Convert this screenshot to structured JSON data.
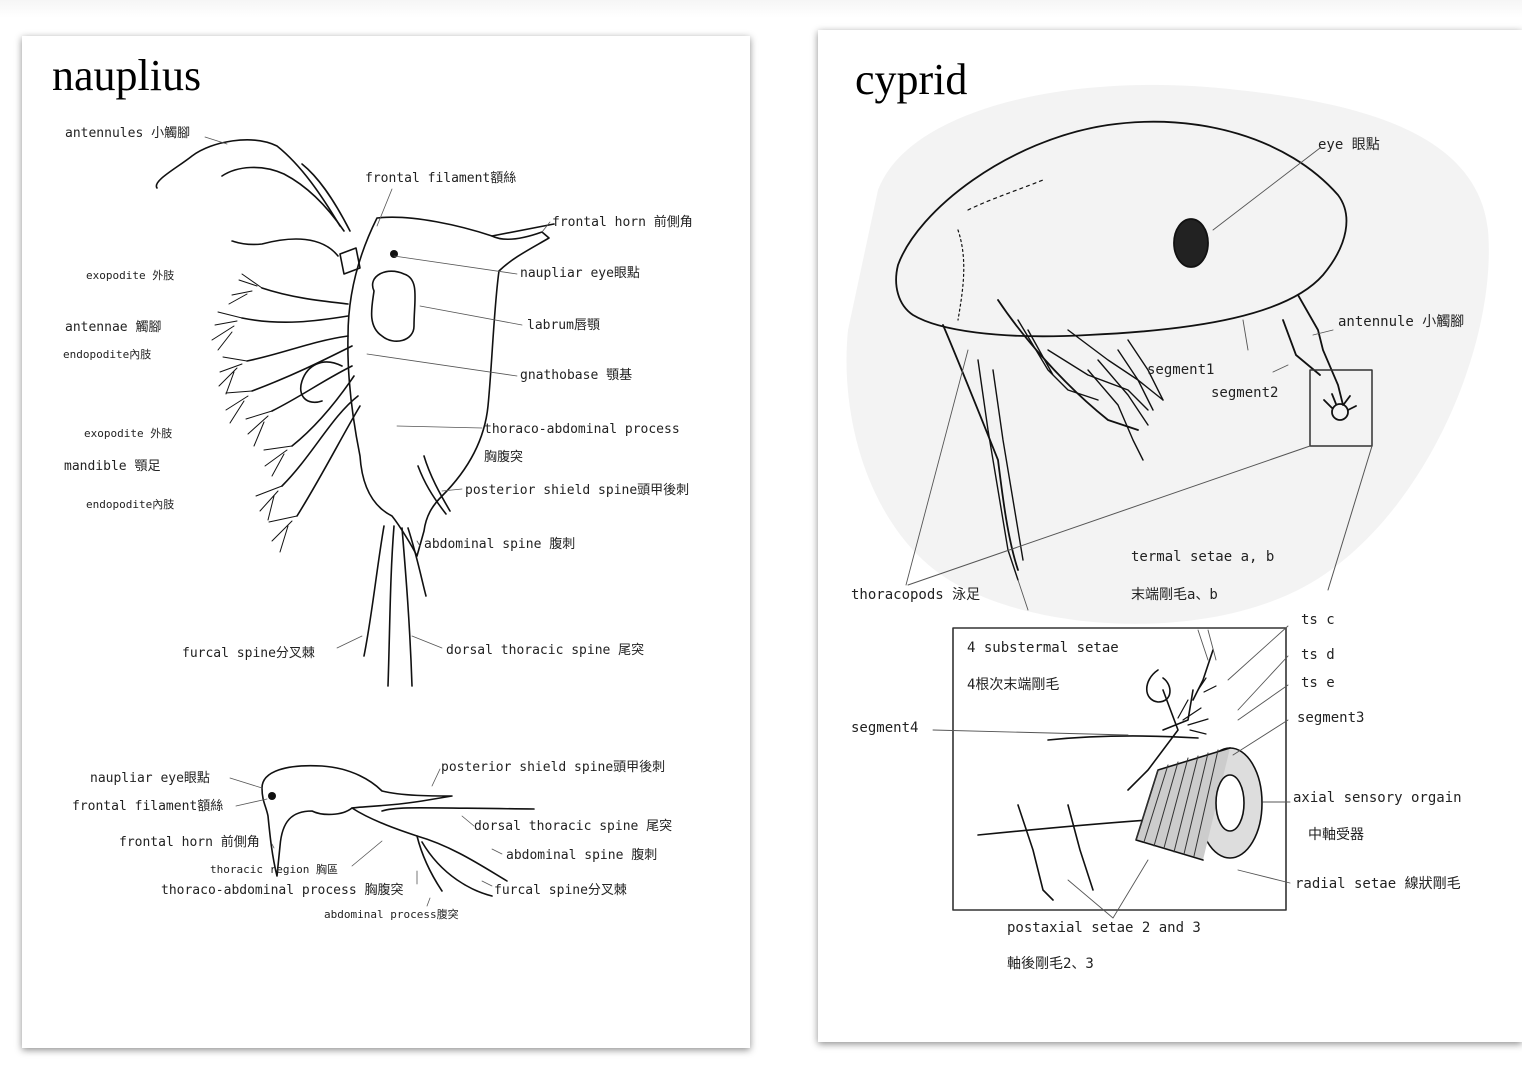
{
  "nauplius": {
    "title": "nauplius",
    "labels": {
      "antennules": "antennules 小觸腳",
      "frontal_filament": "frontal filament額絲",
      "frontal_horn": "frontal horn 前側角",
      "exopodite_1": "exopodite 外肢",
      "naupliar_eye": "naupliar eye眼點",
      "antennae": "antennae 觸腳",
      "labrum": "labrum唇顎",
      "endopodite_1": "endopodite內肢",
      "gnathobase": "gnathobase 顎基",
      "exopodite_2": "exopodite 外肢",
      "thoraco_abdominal": "thoraco-abdominal process",
      "thoraco_abdominal_cn": "胸腹突",
      "mandible": "mandible 顎足",
      "posterior_shield": "posterior shield spine頭甲後刺",
      "endopodite_2": "endopodite內肢",
      "abdominal_spine": "abdominal spine 腹刺",
      "furcal_spine": "furcal spine分叉棘",
      "dorsal_thoracic": "dorsal thoracic spine 尾突"
    },
    "side_labels": {
      "naupliar_eye": "naupliar eye眼點",
      "posterior_shield": "posterior shield spine頭甲後刺",
      "frontal_filament": "frontal filament額絲",
      "dorsal_thoracic": "dorsal thoracic spine 尾突",
      "frontal_horn": "frontal horn 前側角",
      "abdominal_spine": "abdominal spine 腹刺",
      "thoracic_region": "thoracic region 胸區",
      "thoraco_abdominal": "thoraco-abdominal process 胸腹突",
      "furcal_spine": "furcal spine分叉棘",
      "abdominal_process": "abdominal process腹突"
    }
  },
  "cypris": {
    "title": "cyprid",
    "labels": {
      "eye": "eye 眼點",
      "antennule": "antennule 小觸腳",
      "segment1": "segment1",
      "segment2": "segment2",
      "termal_setae": "termal setae a, b",
      "termal_setae_cn": "末端剛毛a、b",
      "thoracopods": "thoracopods 泳足",
      "ts_c": "ts c",
      "substermal": "4 substermal setae",
      "ts_d": "ts d",
      "ts_e": "ts e",
      "substermal_cn": "4根次末端剛毛",
      "segment3": "segment3",
      "segment4": "segment4",
      "axial": "axial sensory orgain",
      "axial_cn": "中軸受器",
      "radial": "radial setae 線狀剛毛",
      "postaxial": "postaxial setae 2 and 3",
      "postaxial_cn": "軸後剛毛2、3"
    }
  },
  "colors": {
    "line": "#111111",
    "text": "#222222",
    "frame": "#333333"
  }
}
